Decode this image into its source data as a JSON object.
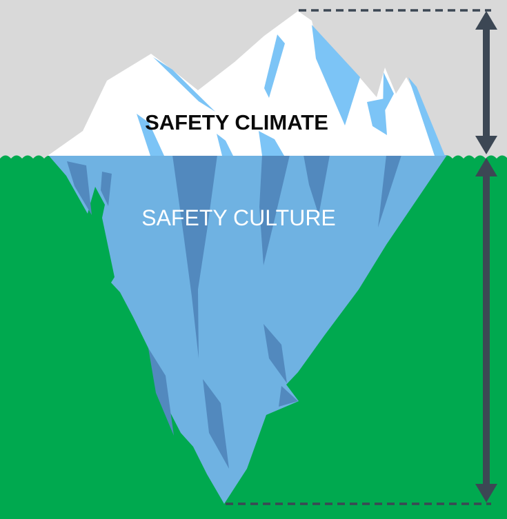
{
  "diagram": {
    "type": "iceberg-comparison",
    "labels": {
      "above_water": "SAFETY CLIMATE",
      "below_water": "SAFETY CULTURE"
    },
    "colors": {
      "sky": "#D9D9D9",
      "water": "#00A94F",
      "ice": "#FFFFFF",
      "ice_facet": "#7CC4F6",
      "underwater": "#6FB2E2",
      "underwater_facet": "#5289BE",
      "annotation": "#3C4754"
    },
    "annotations": {
      "above_measure": "visible-tip-height-span",
      "below_measure": "submerged-depth-span"
    }
  }
}
